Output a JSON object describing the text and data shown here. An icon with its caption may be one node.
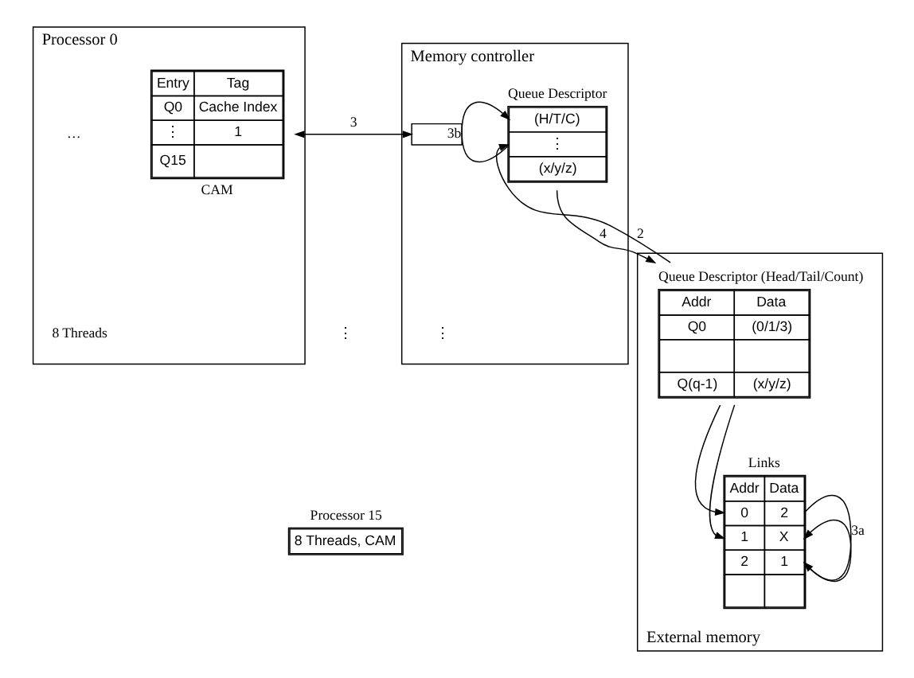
{
  "diagram": {
    "nodes": [
      {
        "text": [
          "Processor 0"
        ]
      },
      {
        "text": [
          "Entry",
          "Tag",
          "Q0",
          "Cache Index",
          "⋮",
          "1",
          "Q15"
        ],
        "beside": [
          "CAM"
        ],
        "in": 0
      },
      {
        "text": [
          "Memory controller"
        ]
      },
      {
        "text": [
          "Queue Descriptor",
          "(H/T/C)",
          "⋮",
          "(x/y/z)"
        ],
        "in": 2
      },
      {
        "text": [],
        "shape": "box",
        "in": 2
      },
      {
        "text": [
          "Processor 15",
          "8 Threads, CAM"
        ]
      },
      {
        "text": [
          "External memory"
        ]
      },
      {
        "text": [
          "Queue Descriptor (Head/Tail/Count)",
          "Addr",
          "Data",
          "Q0",
          "(0/1/3)",
          "Q(q-1)",
          "(x/y/z)"
        ],
        "in": 6
      },
      {
        "text": [
          "Links",
          "Addr",
          "Data",
          "0",
          "2",
          "1",
          "X",
          "2",
          "1"
        ],
        "in": 6
      }
    ],
    "edges": [
      {
        "from": 1,
        "to": 4,
        "arrow": "both",
        "label": "3"
      },
      {
        "from": 7,
        "to": 3,
        "arrow": "to",
        "label": "2"
      },
      {
        "from": 3,
        "to": 7,
        "arrow": "to",
        "label": "4"
      },
      {
        "from": 3,
        "to": 3,
        "arrow": "to",
        "label": "3b"
      },
      {
        "from": 7,
        "to": 8,
        "arrow": "to"
      },
      {
        "from": 7,
        "to": 8,
        "arrow": "to"
      },
      {
        "from": 8,
        "to": 8,
        "arrow": "to",
        "label": "3a"
      },
      {
        "from": 8,
        "to": 8,
        "arrow": "to"
      }
    ],
    "labels": [
      "…",
      "8 Threads",
      "⋮",
      "⋮"
    ]
  }
}
